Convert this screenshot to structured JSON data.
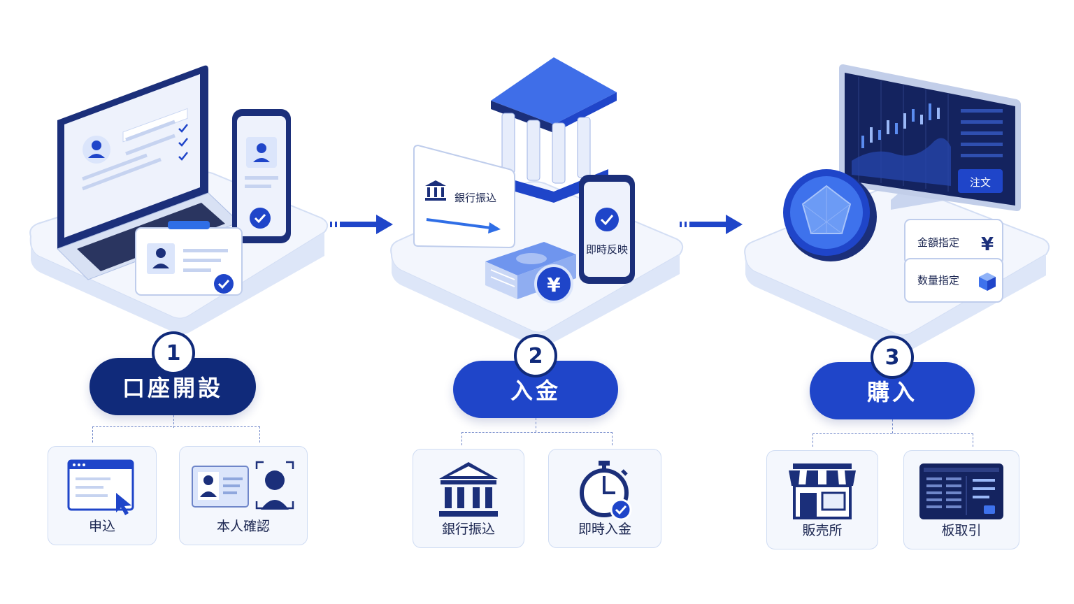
{
  "steps": [
    {
      "number": "1",
      "title": "口座開設",
      "substeps": [
        {
          "label": "申込"
        },
        {
          "label": "本人確認"
        }
      ]
    },
    {
      "number": "2",
      "title": "入金",
      "illustration": {
        "bank_transfer_label": "銀行振込",
        "instant_label": "即時反映",
        "yen_symbol": "¥"
      },
      "substeps": [
        {
          "label": "銀行振込"
        },
        {
          "label": "即時入金"
        }
      ]
    },
    {
      "number": "3",
      "title": "購入",
      "illustration": {
        "order_button": "注文",
        "amount_label": "金額指定",
        "quantity_label": "数量指定",
        "yen_symbol": "¥"
      },
      "substeps": [
        {
          "label": "販売所"
        },
        {
          "label": "板取引"
        }
      ]
    }
  ],
  "colors": {
    "navy": "#102a7a",
    "blue": "#1f45c9",
    "accent": "#2f6ee6",
    "light": "#e9effb"
  }
}
